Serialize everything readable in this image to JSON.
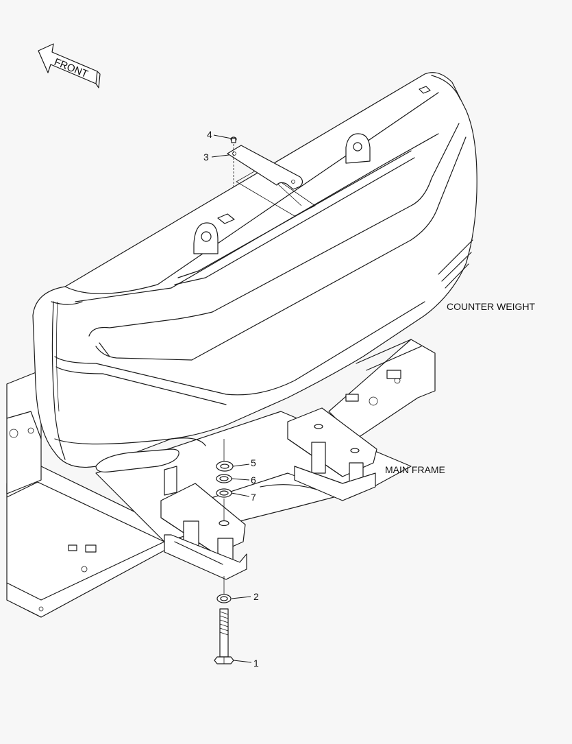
{
  "labels": {
    "front": "FRONT",
    "counter_weight": "COUNTER WEIGHT",
    "main_frame": "MAIN FRAME"
  },
  "callouts": [
    {
      "number": "1",
      "part": "bolt"
    },
    {
      "number": "2",
      "part": "washer"
    },
    {
      "number": "3",
      "part": "plate"
    },
    {
      "number": "4",
      "part": "bolt"
    },
    {
      "number": "5",
      "part": "washer"
    },
    {
      "number": "6",
      "part": "washer"
    },
    {
      "number": "7",
      "part": "washer"
    }
  ]
}
